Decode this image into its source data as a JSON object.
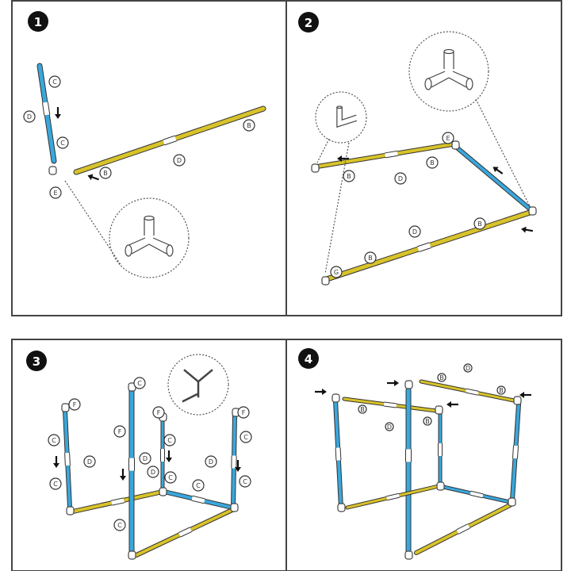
{
  "colors": {
    "blue_pipe": "#3aa7dc",
    "yellow_pipe": "#d8c32a",
    "outline": "#333333"
  },
  "steps": [
    {
      "number": "1",
      "labels": [
        "C",
        "D",
        "C",
        "B",
        "D",
        "B",
        "E"
      ]
    },
    {
      "number": "2",
      "labels": [
        "B",
        "D",
        "B",
        "E",
        "B",
        "D",
        "B",
        "G"
      ]
    },
    {
      "number": "3",
      "labels": [
        "F",
        "C",
        "C",
        "D",
        "C",
        "F",
        "C",
        "D",
        "D",
        "C",
        "F",
        "C",
        "C",
        "F",
        "C",
        "D",
        "C"
      ]
    },
    {
      "number": "4",
      "labels": [
        "B",
        "D",
        "B",
        "B",
        "D",
        "B"
      ]
    }
  ]
}
